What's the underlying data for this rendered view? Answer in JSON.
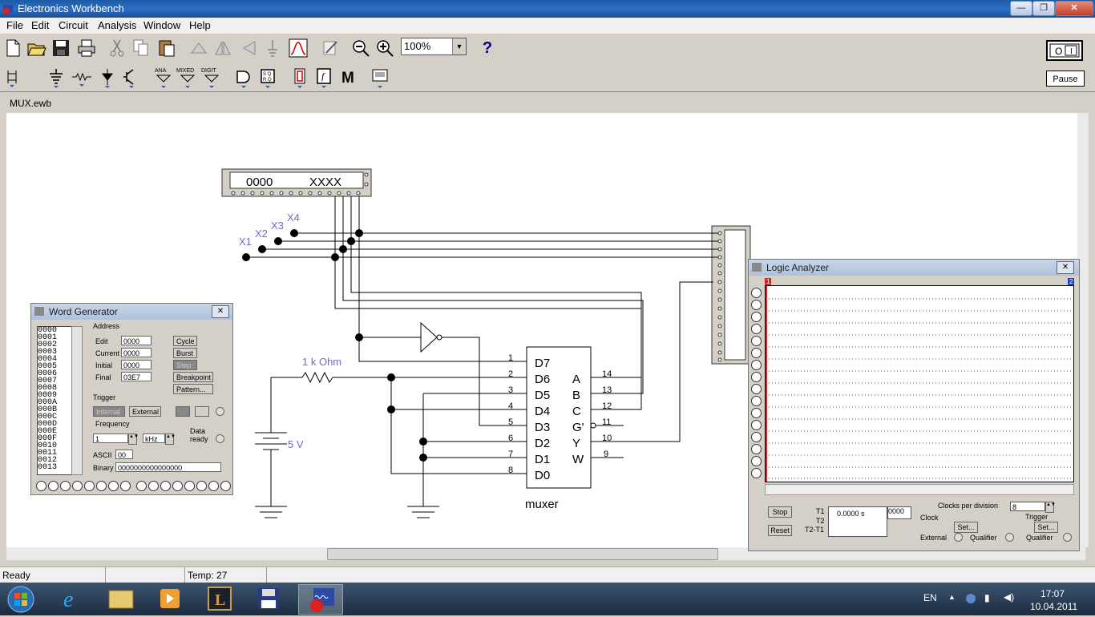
{
  "window": {
    "title": "Electronics Workbench",
    "min": "—",
    "max": "❐",
    "close": "✕"
  },
  "menu": [
    "File",
    "Edit",
    "Circuit",
    "Analysis",
    "Window",
    "Help"
  ],
  "toolbar": {
    "zoom": "100%",
    "help": "?",
    "pause": "Pause"
  },
  "parts_bins": {
    "ana": "ANA",
    "mixed": "MIXED",
    "digit": "DIGIT",
    "meter": "M"
  },
  "document": {
    "title": "MUX.ewb"
  },
  "circuit": {
    "display": {
      "left": "0000",
      "right": "XXXX"
    },
    "inputs": [
      "X1",
      "X2",
      "X3",
      "X4"
    ],
    "resistor": "1 k Ohm",
    "battery": "5 V",
    "chip_name": "muxer",
    "inputs_pins": [
      "D7",
      "D6",
      "D5",
      "D4",
      "D3",
      "D2",
      "D1",
      "D0"
    ],
    "input_pin_numbers": [
      "1",
      "2",
      "3",
      "4",
      "5",
      "6",
      "7",
      "8"
    ],
    "output_pins": [
      "A",
      "B",
      "C",
      "G'",
      "Y",
      "W"
    ],
    "output_pin_numbers": [
      "14",
      "13",
      "12",
      "11",
      "10",
      "9"
    ]
  },
  "word_generator": {
    "title": "Word Generator",
    "words": [
      "0000",
      "0001",
      "0002",
      "0003",
      "0004",
      "0005",
      "0006",
      "0007",
      "0008",
      "0009",
      "000A",
      "000B",
      "000C",
      "000D",
      "000E",
      "000F",
      "0010",
      "0011",
      "0012",
      "0013"
    ],
    "address_label": "Address",
    "edit_label": "Edit",
    "edit_value": "0000",
    "current_label": "Current",
    "current_value": "0000",
    "initial_label": "Initial",
    "initial_value": "0000",
    "final_label": "Final",
    "final_value": "03E7",
    "cycle": "Cycle",
    "burst": "Burst",
    "step": "Step",
    "breakpoint": "Breakpoint",
    "pattern": "Pattern...",
    "trigger_label": "Trigger",
    "internal": "Internal",
    "external": "External",
    "frequency_label": "Frequency",
    "frequency_value": "1",
    "frequency_unit": "kHz",
    "data_ready": "Data ready",
    "ascii_label": "ASCII",
    "ascii_value": "00",
    "binary_label": "Binary",
    "binary_value": "0000000000000000"
  },
  "logic_analyzer": {
    "title": "Logic Analyzer",
    "marker1": "1",
    "marker2": "2",
    "stop": "Stop",
    "reset": "Reset",
    "t1": "T1",
    "t2": "T2",
    "t2t1": "T2-T1",
    "time_value": "0.0000 s",
    "hex_value": "0000",
    "clocks_label": "Clocks per division",
    "clocks_value": "8",
    "clock_label": "Clock",
    "set_label": "Set...",
    "external": "External",
    "qualifier": "Qualifier",
    "trigger_label": "Trigger"
  },
  "status": {
    "ready": "Ready",
    "temp": "Temp:  27"
  },
  "taskbar": {
    "lang": "EN",
    "time": "17:07",
    "date": "10.04.2011"
  }
}
